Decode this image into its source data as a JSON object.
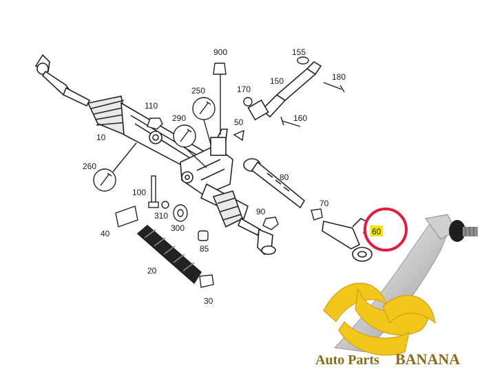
{
  "diagram": {
    "part_labels": [
      "900",
      "155",
      "180",
      "150",
      "170",
      "250",
      "110",
      "290",
      "160",
      "50",
      "10",
      "260",
      "80",
      "100",
      "90",
      "70",
      "310",
      "300",
      "40",
      "85",
      "60",
      "20",
      "30"
    ],
    "highlight_color": "#e8193c",
    "highlight_fill": "#f5e400"
  },
  "logo": {
    "brand_prefix": "Auto Parts",
    "brand_name": "BANANA",
    "text_color": "#8a6a14",
    "banana_color": "#f2c61a"
  }
}
